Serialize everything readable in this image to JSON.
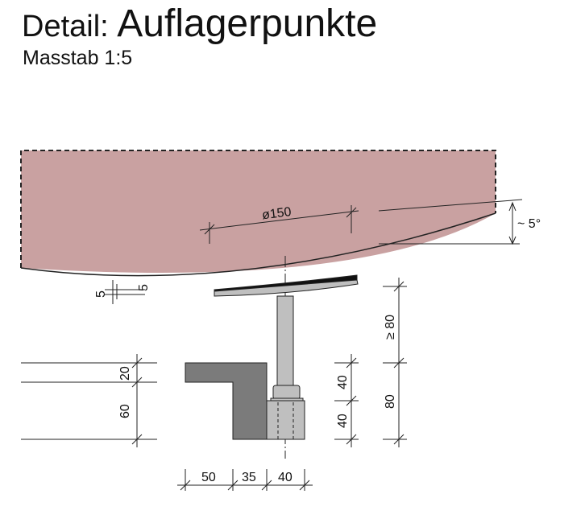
{
  "title": {
    "prefix": "Detail:",
    "name": "Auflagerpunkte"
  },
  "subtitle": "Masstab 1:5",
  "colors": {
    "concrete": "#c9a1a1",
    "bracket": "#7b7b7b",
    "steel": "#bfbfbf"
  },
  "dimensions": {
    "diameter": "ø150",
    "angle": "~ 5°",
    "plate_a": "5",
    "plate_b": "5",
    "left_top": "20",
    "left_bottom": "60",
    "right_inner_top": "40",
    "right_inner_bottom": "40",
    "right_outer_top": "≥ 80",
    "right_outer_bottom": "80",
    "bottom_1": "50",
    "bottom_2": "35",
    "bottom_3": "40"
  }
}
